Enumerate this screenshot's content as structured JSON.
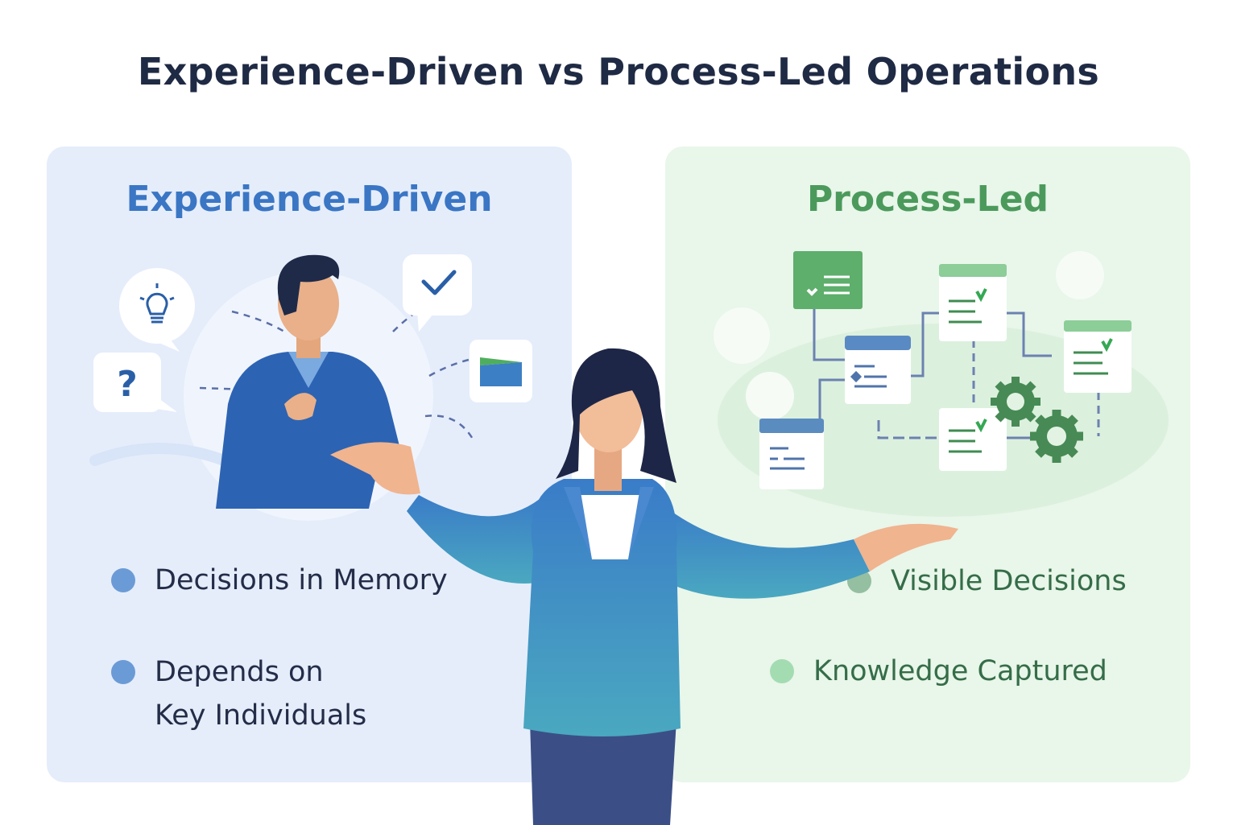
{
  "title": "Experience-Driven vs Process-Led Operations",
  "left_panel": {
    "heading": "Experience-Driven",
    "accent_color": "#3a76c4",
    "background": "#e5edfb",
    "illustration": {
      "subject": "man-in-blue-shirt",
      "bubbles": [
        "lightbulb-icon",
        "question-mark-icon",
        "checkmark-icon",
        "card-icon"
      ]
    },
    "bullets": [
      {
        "text": "Decisions in Memory"
      },
      {
        "line1": "Depends on",
        "line2": "Key Individuals"
      }
    ]
  },
  "right_panel": {
    "heading": "Process-Led",
    "accent_color": "#4b9a5c",
    "background": "#e9f6ea",
    "illustration": {
      "subject": "process-flow-diagram",
      "elements": [
        "document-cards",
        "checkmarks",
        "gear-icons",
        "connectors"
      ]
    },
    "bullets": [
      {
        "text": "Visible Decisions"
      },
      {
        "text": "Knowledge Captured"
      }
    ]
  },
  "presenter": {
    "subject": "woman-in-blue-blazer-presenting"
  }
}
